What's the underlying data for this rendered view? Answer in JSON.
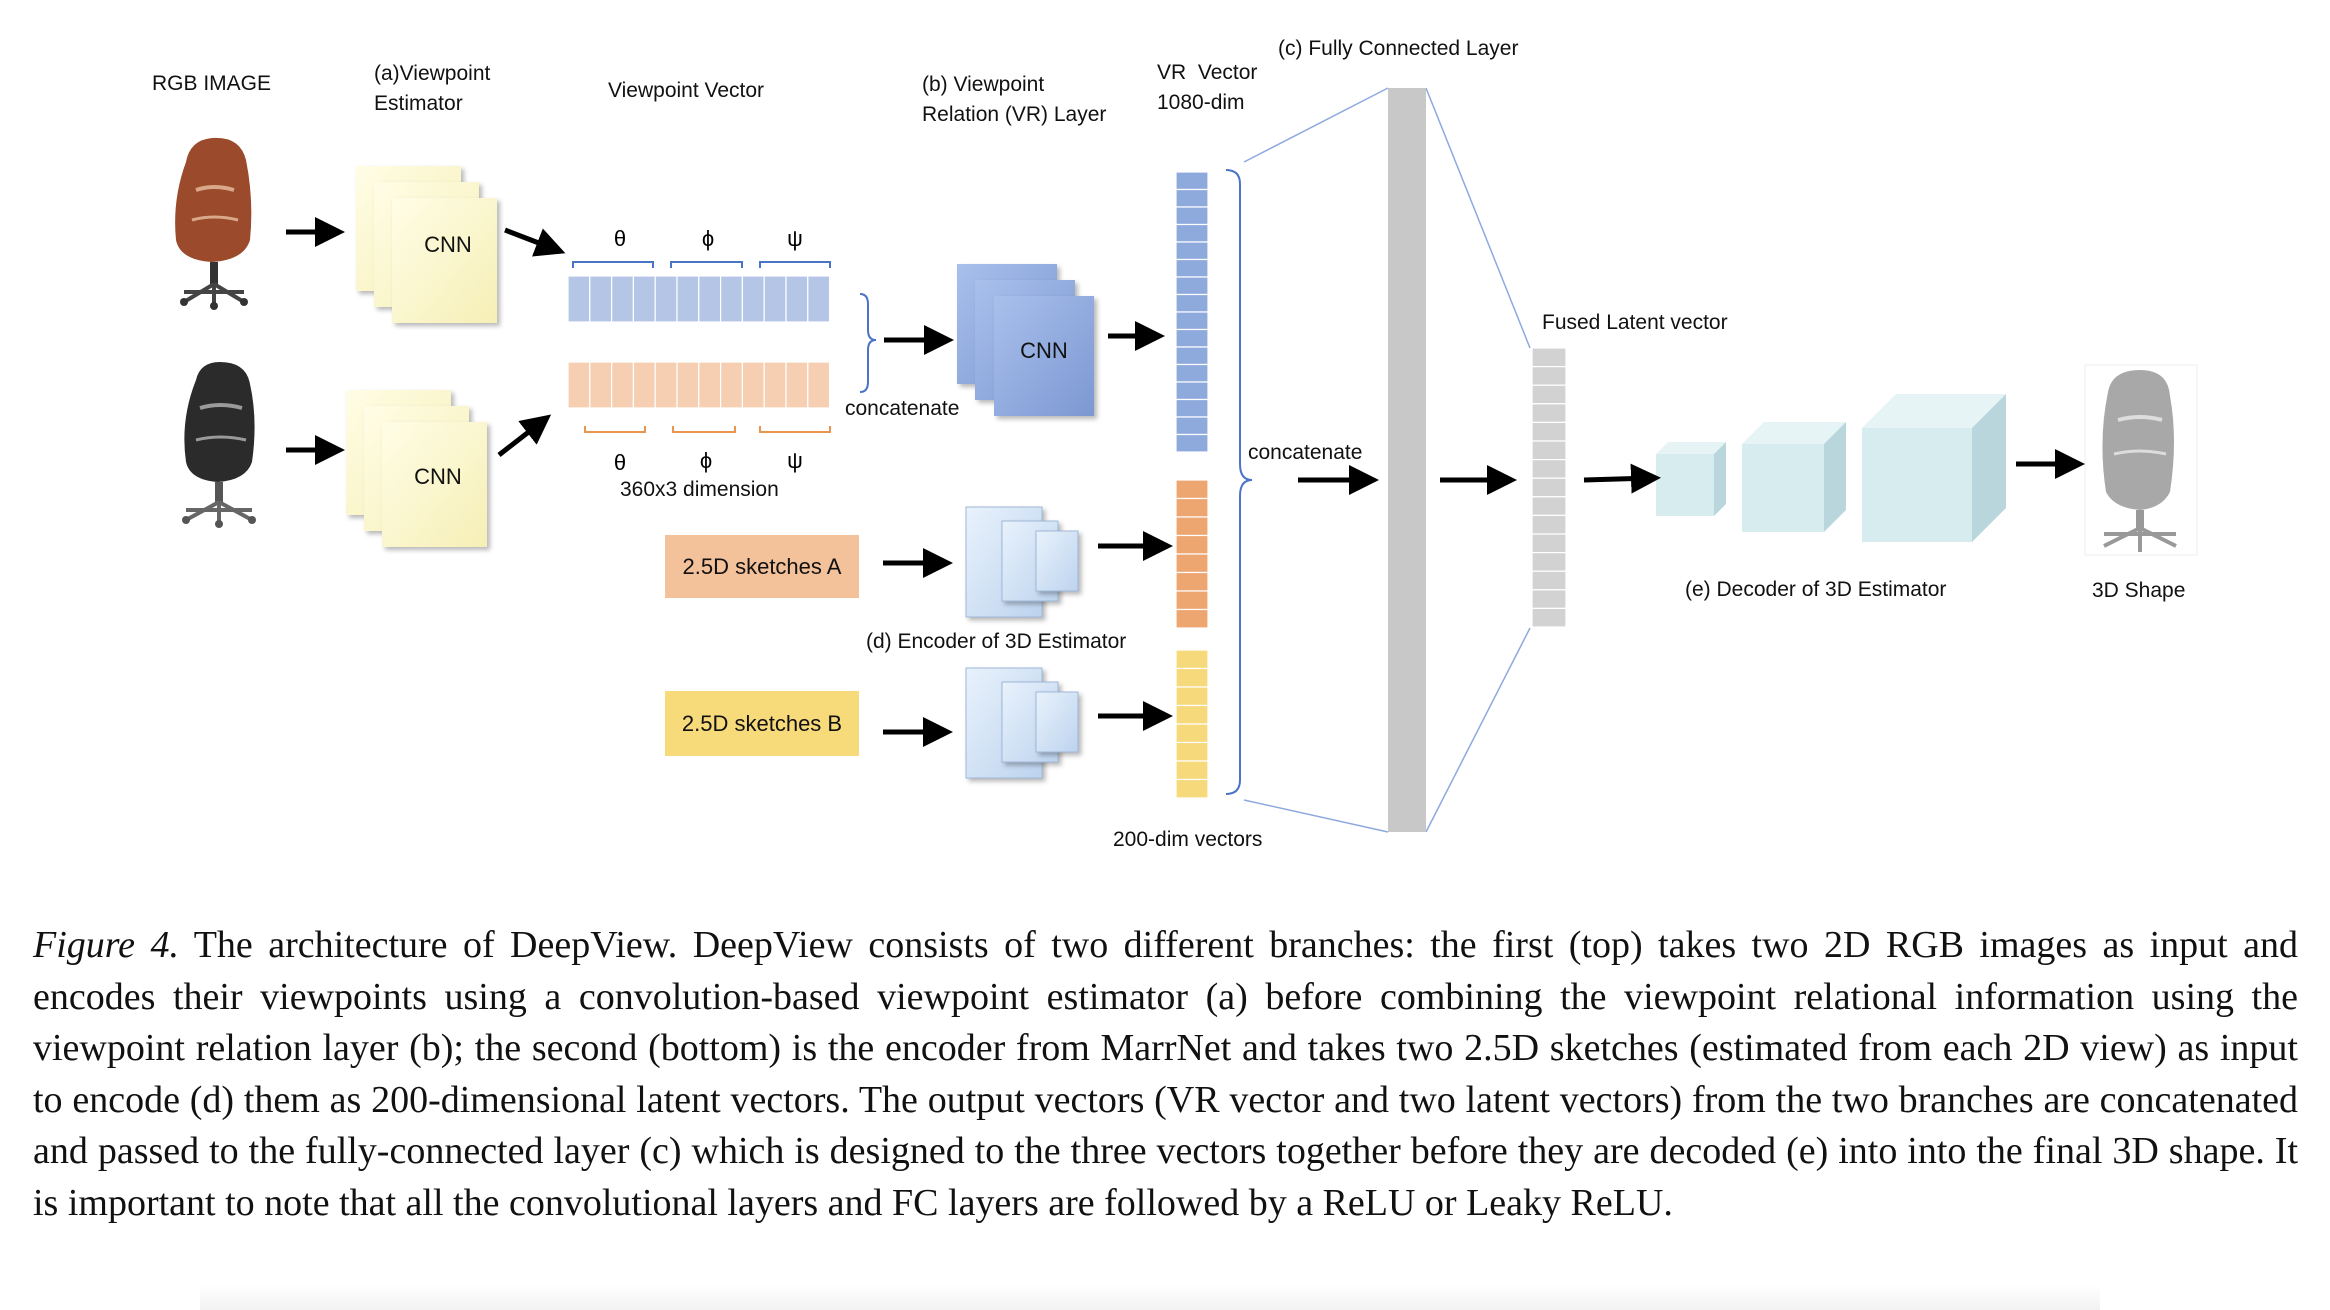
{
  "labels": {
    "rgb_image": "RGB IMAGE",
    "viewpoint_estimator": "(a)Viewpoint\nEstimator",
    "viewpoint_vector": "Viewpoint Vector",
    "vr_layer": "(b) Viewpoint\nRelation (VR) Layer",
    "vr_vector": "VR  Vector\n1080-dim",
    "fc_layer": "(c) Fully Connected Layer",
    "fused_latent": "Fused Latent vector",
    "concatenate_top": "concatenate",
    "concatenate_mid": "concatenate",
    "dimension": "360x3 dimension",
    "encoder": "(d) Encoder of  3D Estimator",
    "dim200": "200-dim vectors",
    "decoder": "(e) Decoder of 3D Estimator",
    "shape3d": "3D Shape",
    "cnn_a1": "CNN",
    "cnn_a2": "CNN",
    "cnn_b": "CNN",
    "theta": "θ",
    "phi": "ϕ",
    "psi": "ψ",
    "sketch_a": "2.5D sketches A",
    "sketch_b": "2.5D sketches B"
  },
  "caption": {
    "figure_label": "Figure 4.",
    "text": " The architecture of DeepView. DeepView consists of two different branches: the first (top) takes two 2D RGB images as input and encodes their viewpoints using a convolution-based viewpoint estimator (a) before combining the viewpoint relational information using the viewpoint relation layer (b); the second (bottom) is the encoder from MarrNet and takes two 2.5D sketches (estimated from each 2D view) as input to encode (d) them as 200-dimensional latent vectors. The output vectors (VR vector and two latent vectors) from the two branches are concatenated and passed to the fully-connected layer (c) which is designed to the three vectors together before they are decoded (e) into into the final 3D shape. It is important to note that all the convolutional layers and FC layers are followed by a ReLU or Leaky ReLU."
  },
  "colors": {
    "cnn_yellow": "#fdf9d2",
    "cnn_blue": "#8ea9de",
    "encoder_blue": "#cfe1f5",
    "viewpoint_blue": "#b4c5e6",
    "viewpoint_orange": "#f6cfb2",
    "vr_vector": "#8ea9dc",
    "latent_orange": "#eea671",
    "latent_yellow": "#f6d97b",
    "fc_gray": "#c8c8c8",
    "fused_gray": "#d2d2d2",
    "decoder_cyan": "#d6ecef",
    "sketch_a_bg": "#f3c19a",
    "sketch_b_bg": "#f7da7a",
    "chair_brown": "#9b4a2c",
    "chair_black": "#2b2b2b",
    "shape_gray": "#a8a8a8"
  },
  "icons": [
    "chair-rgb-brown-icon",
    "chair-rgb-black-icon",
    "chair-3d-shape-icon",
    "arrow-icon"
  ]
}
